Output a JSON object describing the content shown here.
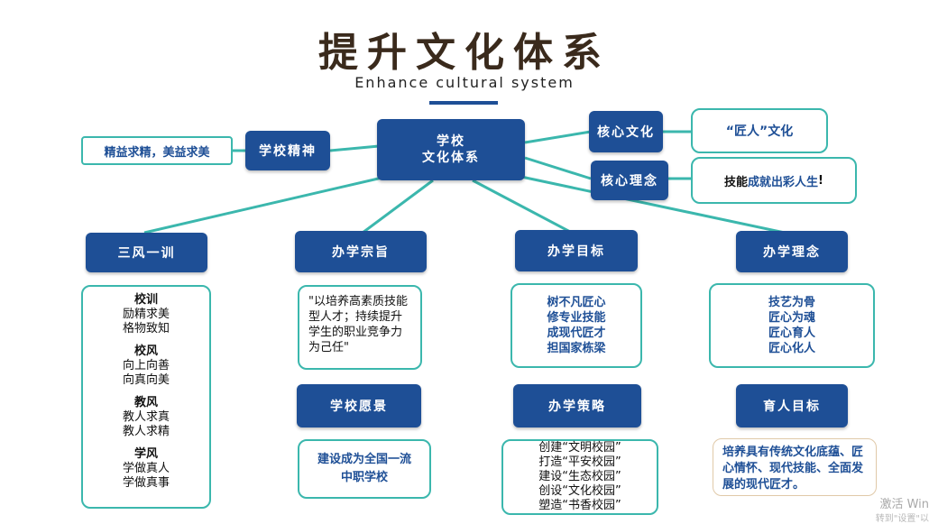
{
  "title": "提升文化体系",
  "subtitle": "Enhance cultural system",
  "center": "学校\n文化体系",
  "school_spirit": {
    "label": "学校精神",
    "value": "精益求精，美益求美"
  },
  "core_culture": {
    "label": "核心文化",
    "value": "“匠人”文化"
  },
  "core_idea": {
    "label": "核心理念",
    "value_a": "技能",
    "value_b": "成就出彩人生",
    "value_c": "!"
  },
  "col1": {
    "label": "三风一训",
    "sections": [
      {
        "head": "校训",
        "lines": "励精求美\n格物致知"
      },
      {
        "head": "校风",
        "lines": "向上向善\n向真向美"
      },
      {
        "head": "教风",
        "lines": "教人求真\n教人求精"
      },
      {
        "head": "学风",
        "lines": "学做真人\n学做真事"
      }
    ]
  },
  "col2": {
    "label": "办学宗旨",
    "text": "\"以培养高素质技能型人才；持续提升学生的职业竞争力为己任\"",
    "label2": "学校愿景",
    "text2": "建设成为全国一流\n中职学校"
  },
  "col3": {
    "label": "办学目标",
    "text": "树不凡匠心\n修专业技能\n成现代匠才\n担国家栋梁",
    "label2": "办学策略",
    "text2": "创建“文明校园”\n打造“平安校园”\n建设“生态校园”\n创设“文化校园”\n塑造“书香校园”"
  },
  "col4": {
    "label": "办学理念",
    "text": "技艺为骨\n匠心为魂\n匠心育人\n匠心化人",
    "label2": "育人目标",
    "text2": "培养具有传统文化底蕴、匠心情怀、现代技能、全面发展的现代匠才。"
  },
  "watermark": "激活 Win",
  "watermark2": "转到\"设置\"以"
}
